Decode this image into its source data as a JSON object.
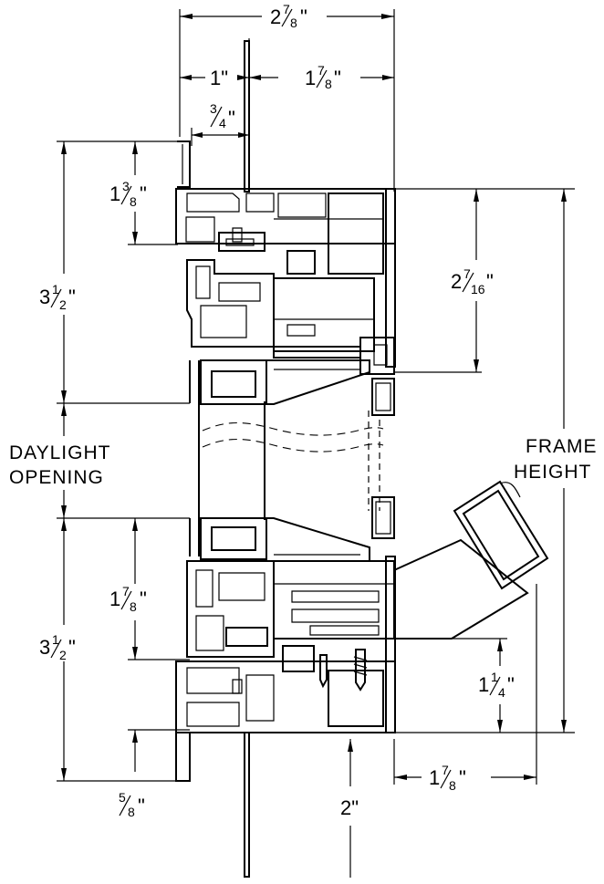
{
  "labels": {
    "daylight_line1": "DAYLIGHT",
    "daylight_line2": "OPENING",
    "frame_line1": "FRAME",
    "frame_line2": "HEIGHT"
  },
  "dimensions": {
    "overall_width": {
      "whole": "2",
      "num": "7",
      "den": "8",
      "unit": "\""
    },
    "left_width": {
      "text": "1\""
    },
    "right_width": {
      "whole": "1",
      "num": "7",
      "den": "8",
      "unit": "\""
    },
    "inner_width": {
      "whole": "",
      "num": "3",
      "den": "4",
      "unit": "\""
    },
    "head_height": {
      "whole": "1",
      "num": "3",
      "den": "8",
      "unit": "\""
    },
    "upper_side": {
      "whole": "3",
      "num": "1",
      "den": "2",
      "unit": "\""
    },
    "head_right": {
      "whole": "2",
      "num": "7",
      "den": "16",
      "unit": "\""
    },
    "sill_height": {
      "whole": "1",
      "num": "7",
      "den": "8",
      "unit": "\""
    },
    "lower_side": {
      "whole": "3",
      "num": "1",
      "den": "2",
      "unit": "\""
    },
    "sill_right": {
      "whole": "1",
      "num": "1",
      "den": "4",
      "unit": "\""
    },
    "bottom_left": {
      "whole": "",
      "num": "5",
      "den": "8",
      "unit": "\""
    },
    "bottom_mid": {
      "text": "2\""
    },
    "bottom_right": {
      "whole": "1",
      "num": "7",
      "den": "8",
      "unit": "\""
    }
  }
}
